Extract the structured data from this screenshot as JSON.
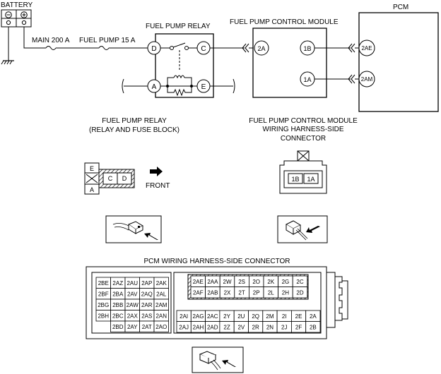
{
  "battery": {
    "label": "BATTERY",
    "minus": "⊖",
    "plus": "⊕"
  },
  "fuses": {
    "main": "MAIN 200 A",
    "pump": "FUEL PUMP 15 A"
  },
  "relay": {
    "title": "FUEL PUMP RELAY",
    "pins": {
      "D": "D",
      "C": "C",
      "A": "A",
      "E": "E"
    }
  },
  "module": {
    "title": "FUEL PUMP CONTROL MODULE",
    "pins": {
      "p2A": "2A",
      "p1B": "1B",
      "p1A": "1A"
    }
  },
  "pcm": {
    "title": "PCM",
    "pins": {
      "p2AE": "2AE",
      "p2AM": "2AM"
    }
  },
  "relay_view": {
    "title_line1": "FUEL PUMP RELAY",
    "title_line2": "(RELAY AND FUSE BLOCK)",
    "cells": {
      "E": "E",
      "A": "A",
      "C": "C",
      "D": "D"
    },
    "front_label": "FRONT"
  },
  "module_connector": {
    "title_line1": "FUEL PUMP CONTROL MODULE",
    "title_line2": "WIRING HARNESS-SIDE",
    "title_line3": "CONNECTOR",
    "cells": [
      "1B",
      "1A"
    ]
  },
  "pcm_connector": {
    "title": "PCM WIRING HARNESS-SIDE CONNECTOR",
    "left_block": [
      [
        "2BE",
        "2AZ",
        "2AU",
        "2AP",
        "2AK"
      ],
      [
        "2BF",
        "2BA",
        "2AV",
        "2AQ",
        "2AL"
      ],
      [
        "2BG",
        "2BB",
        "2AW",
        "2AR",
        "2AM"
      ],
      [
        "2BH",
        "2BC",
        "2AX",
        "2AS",
        "2AN"
      ],
      [
        "",
        "2BD",
        "2AY",
        "2AT",
        "2AO"
      ]
    ],
    "right_top": [
      [
        "2AE",
        "2AA",
        "2W",
        "2S",
        "2O",
        "2K",
        "2G",
        "2C"
      ],
      [
        "2AF",
        "2AB",
        "2X",
        "2T",
        "2P",
        "2L",
        "2H",
        "2D"
      ]
    ],
    "right_bottom": [
      [
        "2AI",
        "2AG",
        "2AC",
        "2Y",
        "2U",
        "2Q",
        "2M",
        "2I",
        "2E",
        "2A"
      ],
      [
        "2AJ",
        "2AH",
        "2AD",
        "2Z",
        "2V",
        "2R",
        "2N",
        "2J",
        "2F",
        "2B"
      ]
    ]
  }
}
